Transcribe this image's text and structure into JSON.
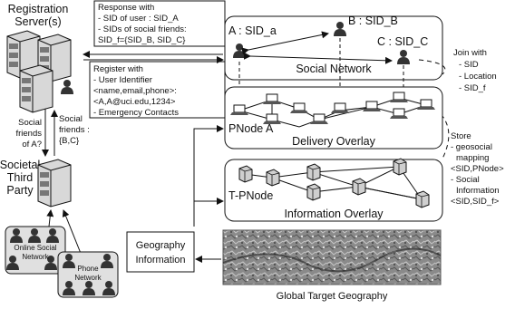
{
  "registration": {
    "title_line1": "Registration",
    "title_line2": "Server(s)"
  },
  "response_box": {
    "lines": [
      "Response with",
      "- SID of user : SID_A",
      "- SIDs of social friends:",
      "SID_f={SID_B, SID_C}"
    ]
  },
  "register_box": {
    "lines": [
      "Register with",
      "- User Identifier",
      "<name,email,phone>:",
      "<A,A@uci.edu,1234>",
      "- Emergency Contacts"
    ]
  },
  "social_network": {
    "label": "Social Network",
    "nodes": {
      "a": "A : SID_a",
      "b": "B : SID_B",
      "c": "C : SID_C"
    }
  },
  "delivery_overlay": {
    "label": "Delivery Overlay",
    "pnode": "PNode A"
  },
  "information_overlay": {
    "label": "Information Overlay",
    "tpnode": "T-PNode"
  },
  "join_box": {
    "lines": [
      "Join with",
      "- SID",
      "- Location",
      "- SID_f"
    ]
  },
  "store_box": {
    "lines": [
      "Store",
      "- geosocial",
      "mapping",
      "<SID,PNode>",
      "- Social",
      "Information",
      "<SID,SID_f>"
    ]
  },
  "social_friends_left": {
    "lines": [
      "Social",
      "friends",
      "of A?"
    ]
  },
  "social_friends_right": {
    "lines": [
      "Social",
      "friends :",
      "{B,C}"
    ]
  },
  "third_party": {
    "line1": "Societal",
    "line2": "Third",
    "line3": "Party"
  },
  "online_social": {
    "line1": "Online Social",
    "line2": "Network"
  },
  "phone_network": {
    "line1": "Phone",
    "line2": "Network"
  },
  "geography_info": {
    "line1": "Geography",
    "line2": "Information"
  },
  "global_target": {
    "label": "Global Target Geography"
  }
}
